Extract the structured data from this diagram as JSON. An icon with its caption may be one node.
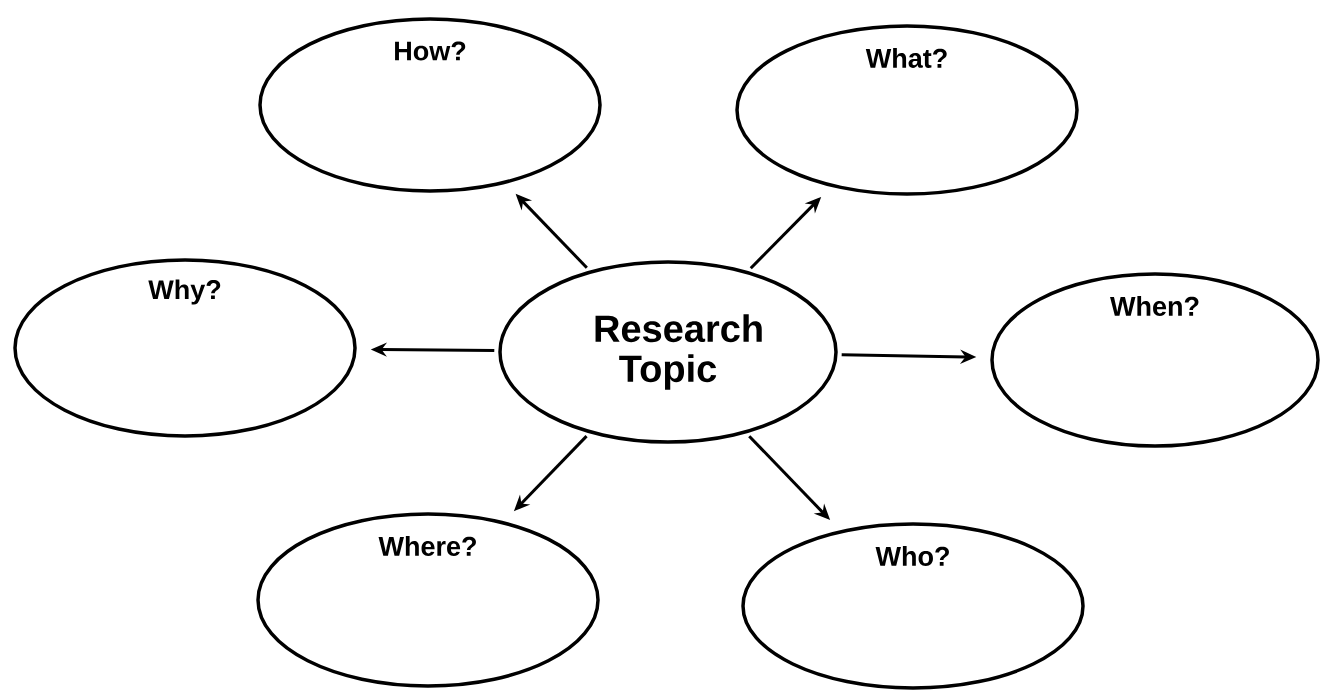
{
  "diagram": {
    "nodes": [
      {
        "text": [
          "Research Topic"
        ]
      },
      {
        "text": [
          "How?"
        ]
      },
      {
        "text": [
          "What?"
        ]
      },
      {
        "text": [
          "Why?"
        ]
      },
      {
        "text": [
          "When?"
        ]
      },
      {
        "text": [
          "Where?"
        ]
      },
      {
        "text": [
          "Who?"
        ]
      }
    ],
    "edges": [
      {
        "from": 0,
        "to": 1,
        "arrow": "to"
      },
      {
        "from": 0,
        "to": 2,
        "arrow": "to"
      },
      {
        "from": 0,
        "to": 3,
        "arrow": "to"
      },
      {
        "from": 0,
        "to": 4,
        "arrow": "to"
      },
      {
        "from": 0,
        "to": 5,
        "arrow": "to"
      },
      {
        "from": 0,
        "to": 6,
        "arrow": "to"
      }
    ]
  }
}
